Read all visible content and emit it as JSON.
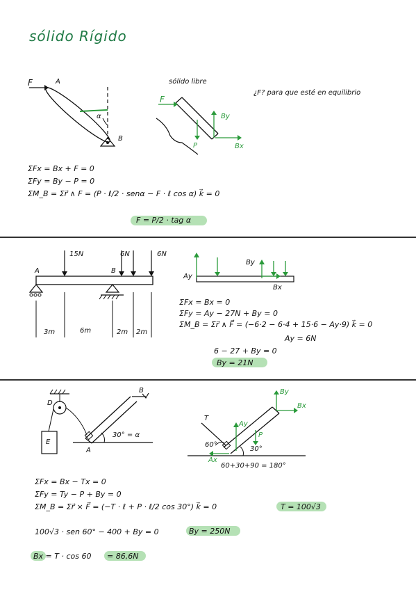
{
  "title": "sólido Rígido",
  "section1": {
    "labels": {
      "F": "F",
      "A": "A",
      "B": "B",
      "alpha": "α"
    },
    "free_body_title": "sólido libre",
    "question": "¿F? para que esté en equilibrio",
    "fbd_labels": {
      "F": "F",
      "By": "By",
      "P": "P",
      "Bx": "Bx"
    },
    "equations": [
      "ΣFx = Bx + F = 0",
      "ΣFy = By − P = 0",
      "ΣM_B = Σr⃗ ∧ F = (P · ℓ/2 · senα − F · ℓ cos α) k⃗ = 0"
    ],
    "result": "F = P/2 · tag α"
  },
  "section2": {
    "loads": {
      "l1": "15N",
      "l2": "6N",
      "l3": "6N"
    },
    "labels": {
      "A": "A",
      "B": "B"
    },
    "dims": [
      "3m",
      "6m",
      "2m",
      "2m"
    ],
    "fbd_labels": {
      "Ay": "Ay",
      "By": "By",
      "Bx": "Bx"
    },
    "equations": [
      "ΣFx = Bx = 0",
      "ΣFy = Ay − 27N + By = 0",
      "ΣM_B = Σr⃗ ∧ F⃗ = (−6·2 − 6·4 + 15·6 − Ay·9) k⃗ = 0",
      "Ay = 6N",
      "6 − 27 + By = 0"
    ],
    "result": "By = 21N"
  },
  "section3": {
    "labels": {
      "D": "D",
      "B": "B",
      "A": "A",
      "E": "E",
      "angle": "30° = α"
    },
    "fbd_labels": {
      "T": "T",
      "Ay": "Ay",
      "By": "By",
      "Bx": "Bx",
      "P": "P",
      "a60": "60°",
      "a30": "30°",
      "Ax": "Ax",
      "sum": "60+30+90 = 180°"
    },
    "equations": [
      "ΣFx = Bx − Tx = 0",
      "ΣFy = Ty − P + By = 0",
      "ΣM_B = Σr⃗ × F⃗ = (−T · ℓ + P · ℓ/2 cos 30°) k⃗ = 0"
    ],
    "result_T": "T = 100√3",
    "line2": "100√3 · sen 60° − 400 + By = 0",
    "result_By": "By = 250N",
    "line3_pre": "Bx = T · cos 60",
    "result_Bx": "= 86,6N"
  }
}
